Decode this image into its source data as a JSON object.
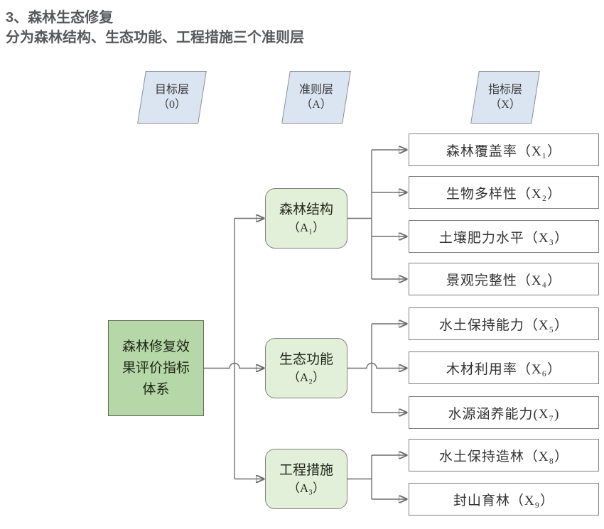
{
  "header": {
    "title": "3、森林生态修复",
    "subtitle": "分为森林结构、生态功能、工程措施三个准则层"
  },
  "layer_labels": [
    {
      "name": "目标层",
      "code": "（0）"
    },
    {
      "name": "准则层",
      "code": "（A）"
    },
    {
      "name": "指标层",
      "code": "（X）"
    }
  ],
  "goal": {
    "lines": [
      "森林修复效",
      "果评价指标",
      "体系"
    ]
  },
  "criteria": [
    {
      "name": "森林结构",
      "code": "（A₁）"
    },
    {
      "name": "生态功能",
      "code": "（A₂）"
    },
    {
      "name": "工程措施",
      "code": "（A₃）"
    }
  ],
  "indicators": [
    "森林覆盖率（X₁）",
    "生物多样性（X₂）",
    "土壤肥力水平（X₃）",
    "景观完整性（X₄）",
    "水土保持能力（X₅）",
    "木材利用率（X₆）",
    "水源涵养能力(X₇)",
    "水土保持造林（X₈）",
    "封山育林（X₉）"
  ],
  "colors": {
    "title_text": "#57585a",
    "layer_fill": "#dbe5f1",
    "goal_fill": "#b6d7a8",
    "goal_border": "#5c6b54",
    "criteria_fill": "#e2efd9",
    "box_border": "#7f7f7f",
    "line": "#6e6e6e",
    "arrow": "#141414"
  }
}
